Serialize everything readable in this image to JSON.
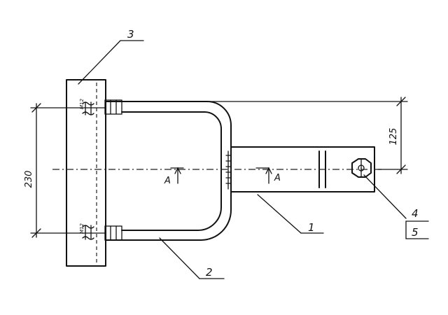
{
  "labels": {
    "part_1": "1",
    "part_2": "2",
    "part_3": "3",
    "part_4": "4",
    "part_5": "5"
  },
  "dimensions": {
    "total_height": "230",
    "offset_height": "125"
  },
  "section": {
    "left_marker": "A",
    "right_marker": "A"
  },
  "bolts": {
    "top_label": "M12",
    "bottom_label": "M12"
  },
  "colors": {
    "ink": "#111111",
    "background": "#ffffff"
  }
}
